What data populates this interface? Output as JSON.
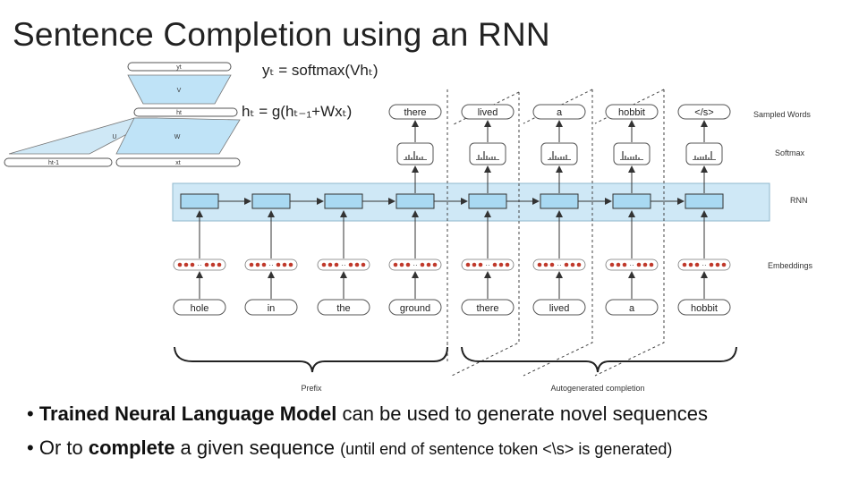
{
  "title": "Sentence Completion using an RNN",
  "eq_y": "yₜ = softmax(Vhₜ)",
  "eq_h": "hₜ = g(hₜ₋₁+Wxₜ)",
  "unit_labels": {
    "yt": "yt",
    "V": "V",
    "ht": "ht",
    "U": "U",
    "W": "W",
    "ht1": "ht-1",
    "xt": "xt"
  },
  "row_labels": {
    "sampled": "Sampled Words",
    "softmax": "Softmax",
    "rnn": "RNN",
    "embeddings": "Embeddings"
  },
  "sampled_words": [
    "there",
    "lived",
    "a",
    "hobbit",
    "</s>"
  ],
  "input_words": [
    "hole",
    "in",
    "the",
    "ground",
    "there",
    "lived",
    "a",
    "hobbit"
  ],
  "brace_labels": {
    "prefix": "Prefix",
    "auto": "Autogenerated completion"
  },
  "bullets": [
    {
      "b1_bold": "Trained Neural Language Model",
      "b1_rest": " can be used to generate novel sequences"
    },
    {
      "b2_pre": "Or to ",
      "b2_bold": "complete",
      "b2_mid": " a given sequence ",
      "b2_small": "(until end of sentence token <\\s> is generated)"
    }
  ],
  "colors": {
    "rnn_band": "#cfe8f6",
    "rnn_cell": "#a9d9f2",
    "dot": "#c0392b",
    "line": "#333333"
  }
}
